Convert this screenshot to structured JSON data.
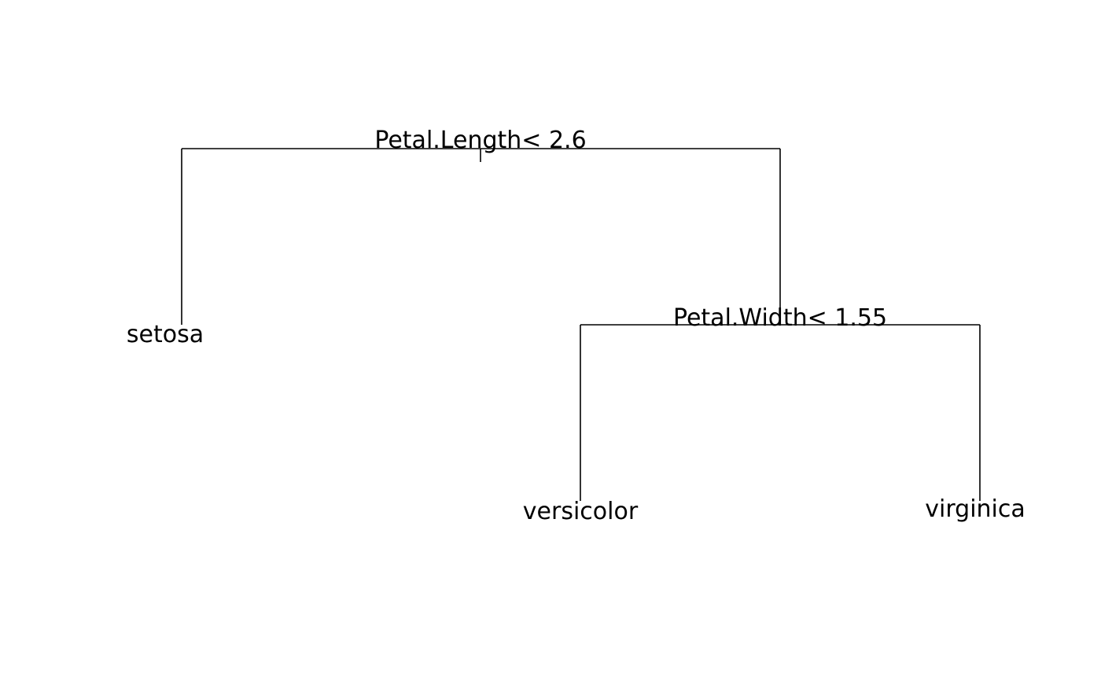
{
  "tree": {
    "root": {
      "split_label": "Petal.Length< 2.6",
      "left": {
        "leaf_label": "setosa"
      },
      "right": {
        "split_label": "Petal.Width< 1.55",
        "left": {
          "leaf_label": "versicolor"
        },
        "right": {
          "leaf_label": "virginica"
        }
      }
    }
  }
}
